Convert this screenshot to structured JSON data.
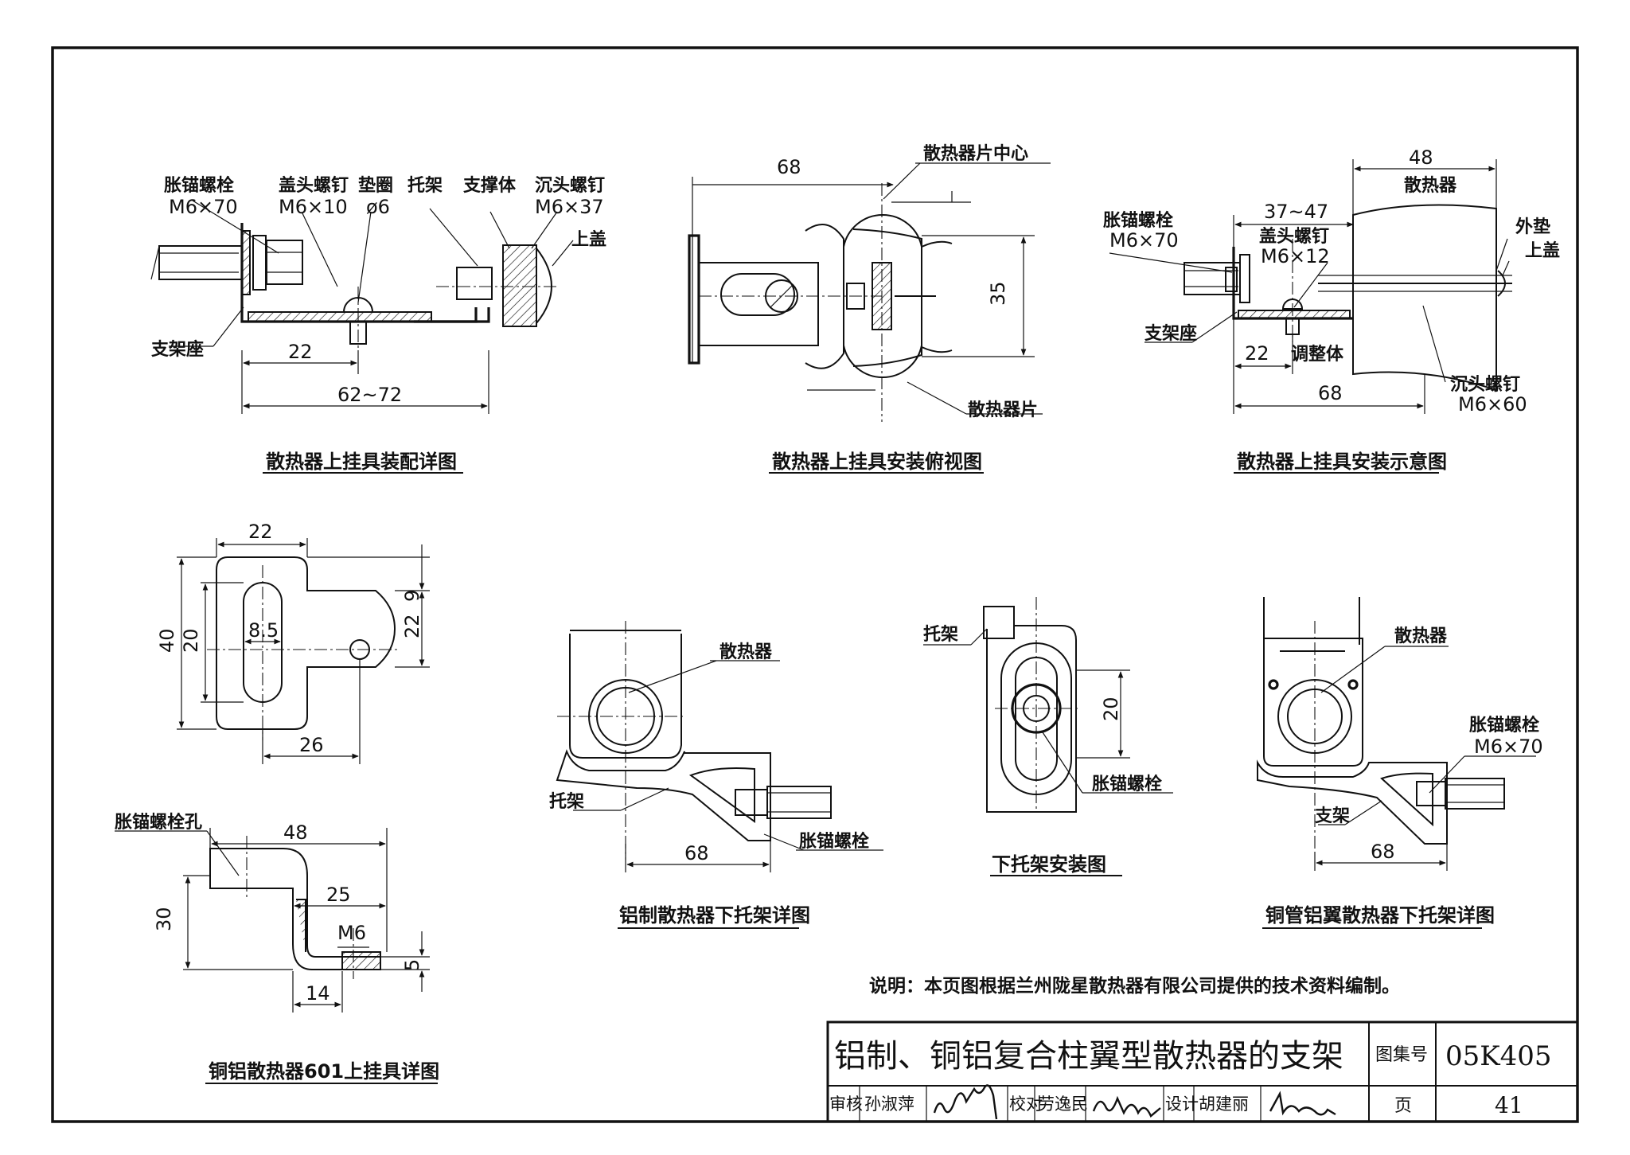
{
  "labels": {
    "anchor_bolt": "胀锚螺栓",
    "m6x70": "M6×70",
    "cap_screw": "盖头螺钉",
    "m6x10": "M6×10",
    "washer": "垫圈",
    "phi6": "ø6",
    "bracket": "托架",
    "support_body": "支撑体",
    "countersunk_screw": "沉头螺钉",
    "m6x37": "M6×37",
    "top_cover": "上盖",
    "bracket_seat": "支架座",
    "radiator_fin_center": "散热器片中心",
    "radiator_fin": "散热器片",
    "radiator": "散热器",
    "m6x12": "M6×12",
    "outer_pad": "外垫",
    "adjuster": "调整体",
    "m6x60": "M6×60",
    "anchor_bolt_hole": "胀锚螺栓孔",
    "m6": "M6",
    "support": "支架"
  },
  "dims": {
    "d22": "22",
    "d62_72": "62~72",
    "d68": "68",
    "d35": "35",
    "d48": "48",
    "d37_47": "37~47",
    "d9": "9",
    "d40": "40",
    "d20": "20",
    "d8_5": "8.5",
    "d26": "26",
    "d25": "25",
    "d30": "30",
    "d5": "5",
    "d14": "14"
  },
  "captions": {
    "assembly_detail": "散热器上挂具装配详图",
    "install_top_view": "散热器上挂具安装俯视图",
    "install_schematic": "散热器上挂具安装示意图",
    "alu_lower_bracket": "铝制散热器下托架详图",
    "lower_bracket_install": "下托架安装图",
    "cu_al_lower_bracket": "铜管铝翼散热器下托架详图",
    "cu_al_601_upper": "铜铝散热器601上挂具详图"
  },
  "note": "说明：本页图根据兰州陇星散热器有限公司提供的技术资料编制。",
  "title_block": {
    "title": "铝制、铜铝复合柱翼型散热器的支架",
    "atlas_label": "图集号",
    "atlas_no": "05K405",
    "review_label": "审核",
    "reviewer": "孙淑萍",
    "check_label": "校对",
    "checker": "劳逸民",
    "design_label": "设计",
    "designer": "胡建丽",
    "page_label": "页",
    "page_no": "41"
  }
}
